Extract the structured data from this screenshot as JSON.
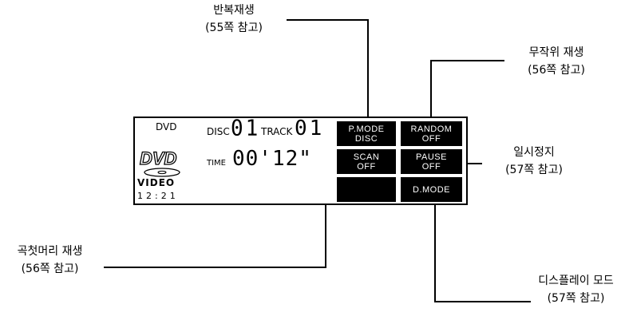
{
  "callouts": {
    "repeat": {
      "title": "반복재생",
      "ref": "(55쪽 참고)"
    },
    "random": {
      "title": "무작위 재생",
      "ref": "(56쪽 참고)"
    },
    "pause": {
      "title": "일시정지",
      "ref": "(57쪽 참고)"
    },
    "intro": {
      "title": "곡첫머리 재생",
      "ref": "(56쪽 참고)"
    },
    "display": {
      "title": "디스플레이 모드",
      "ref": "(57쪽 참고)"
    }
  },
  "panel": {
    "dvd": "DVD",
    "disc_label": "DISC",
    "disc_number": "01",
    "track_label": "TRACK",
    "track_number": "01",
    "time_label": "TIME",
    "time_value": "00'12\"",
    "video": "VIDEO",
    "clock": "12:21",
    "logo_icon": "dvd-video-logo"
  },
  "buttons": {
    "pmode": {
      "line1": "P.MODE",
      "line2": "DISC"
    },
    "random": {
      "line1": "RANDOM",
      "line2": "OFF"
    },
    "scan": {
      "line1": "SCAN",
      "line2": "OFF"
    },
    "pause": {
      "line1": "PAUSE",
      "line2": "OFF"
    },
    "blank": {
      "line1": "",
      "line2": ""
    },
    "dmode": {
      "line1": "D.MODE",
      "line2": ""
    }
  }
}
